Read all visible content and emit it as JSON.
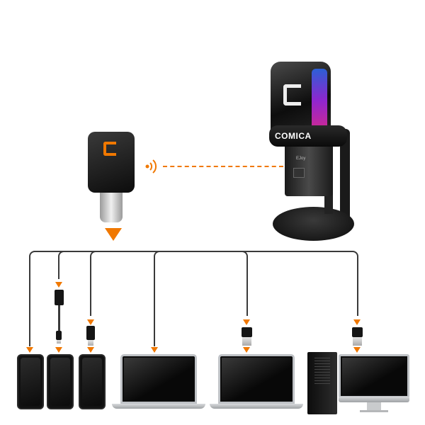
{
  "brand": {
    "logo_text": "COMICA",
    "accent_color": "#f07800"
  },
  "microphone": {
    "model_text": "EJoy"
  },
  "receiver": {
    "icon": "comica-logo-icon"
  },
  "wireless": {
    "icon": "wireless-signal-icon"
  },
  "devices": [
    {
      "type": "phone"
    },
    {
      "type": "phone",
      "connector": "lightning"
    },
    {
      "type": "phone",
      "connector": "usb-c"
    },
    {
      "type": "laptop"
    },
    {
      "type": "laptop",
      "connector": "usb-a"
    },
    {
      "type": "desktop",
      "connector": "usb-a"
    }
  ]
}
